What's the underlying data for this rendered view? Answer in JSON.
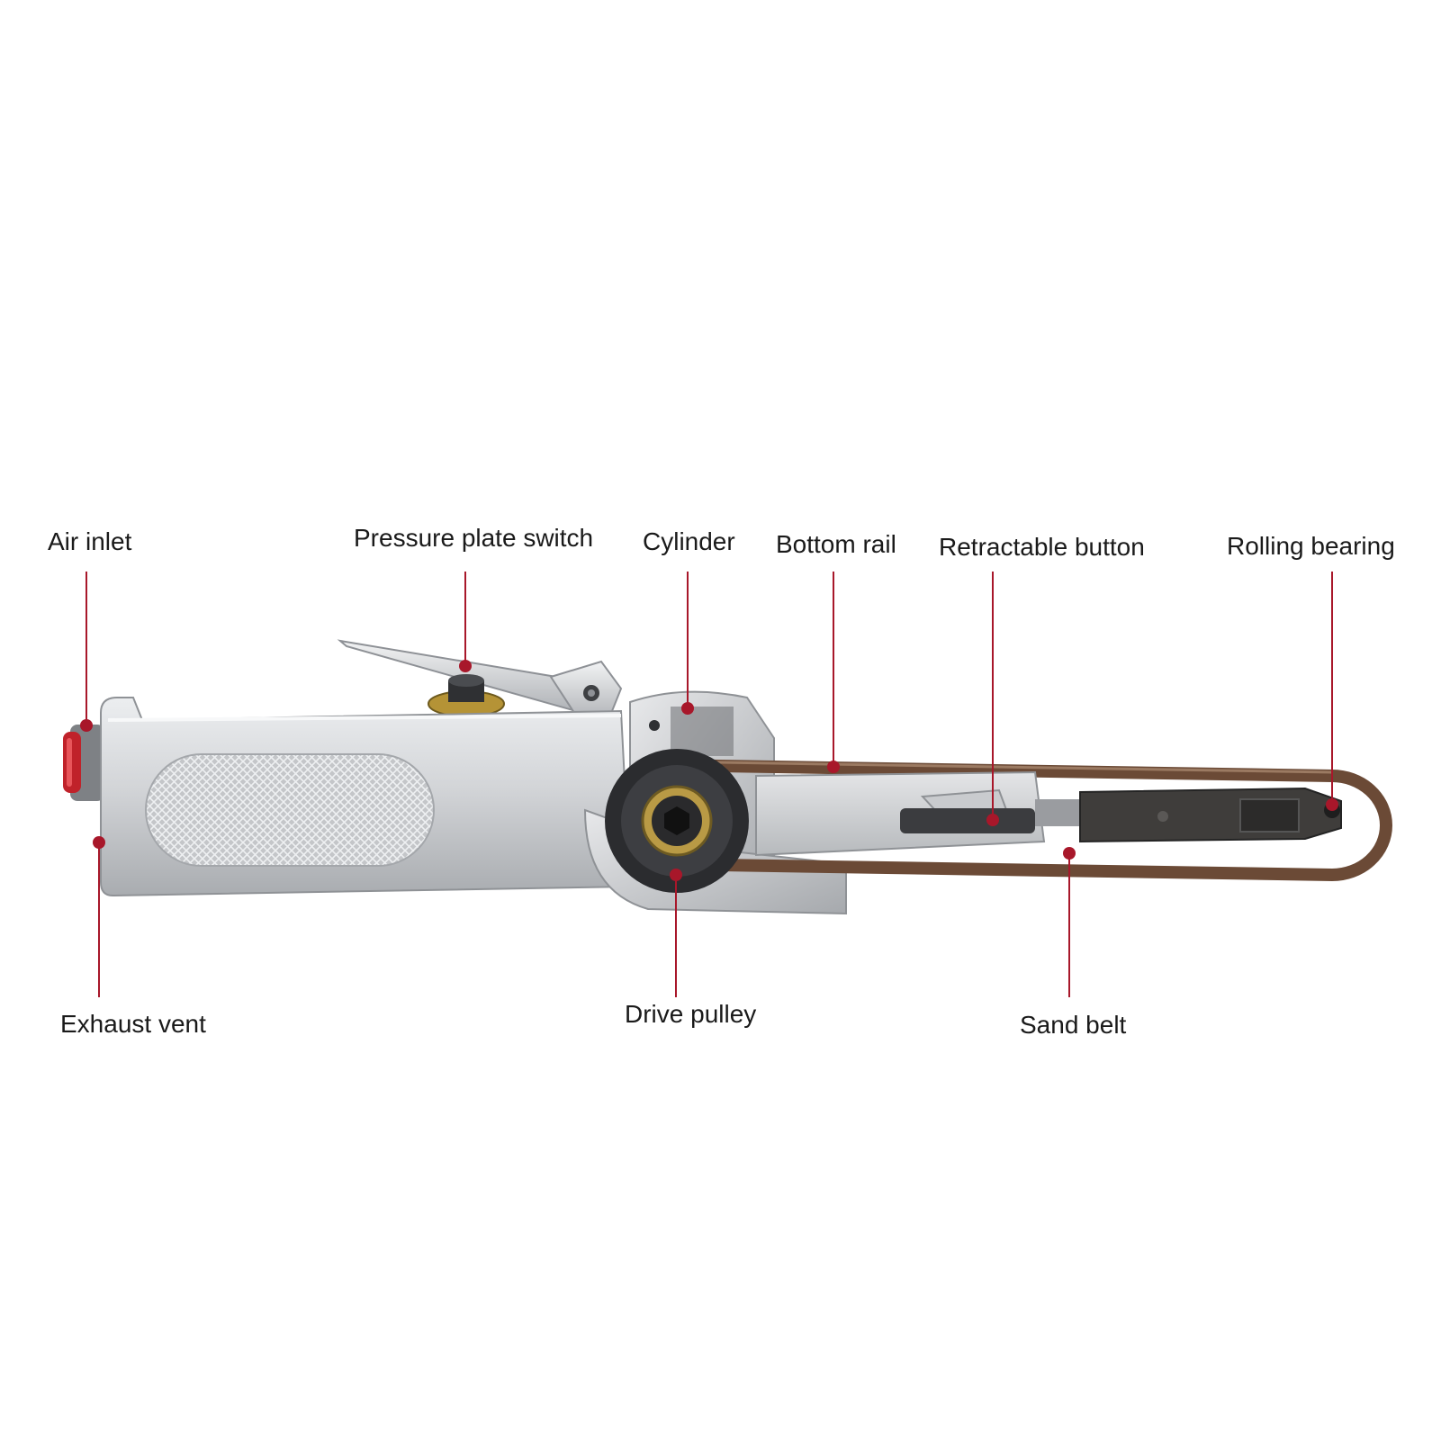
{
  "colors": {
    "callout": "#a8172a",
    "label_text": "#1a1a1a",
    "body_metal": "#c9cbce",
    "belt": "#6b4a36",
    "background": "#ffffff"
  },
  "labels": {
    "air_inlet": "Air inlet",
    "pressure_plate_switch": "Pressure plate switch",
    "cylinder": "Cylinder",
    "bottom_rail": "Bottom rail",
    "retractable_button": "Retractable button",
    "rolling_bearing": "Rolling bearing",
    "exhaust_vent": "Exhaust vent",
    "drive_pulley": "Drive pulley",
    "sand_belt": "Sand belt"
  },
  "icons": {
    "tool": "air-belt-sander",
    "marker": "callout-dot"
  }
}
